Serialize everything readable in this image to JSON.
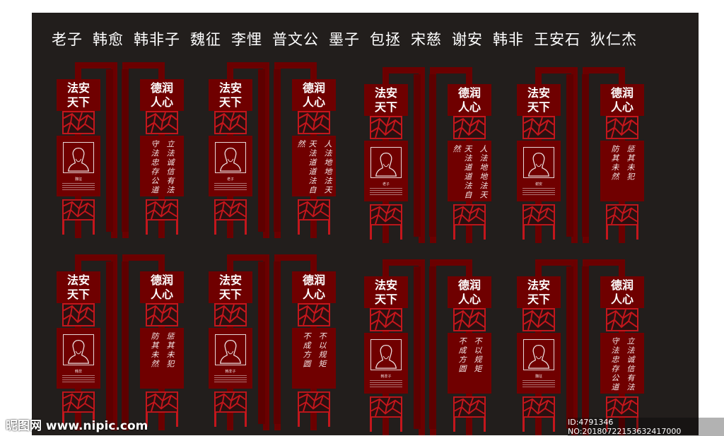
{
  "header": {
    "names": [
      "老子",
      "韩愈",
      "韩非子",
      "魏征",
      "李悝",
      "普文公",
      "墨子",
      "包拯",
      "宋慈",
      "谢安",
      "韩非",
      "王安石",
      "狄仁杰"
    ]
  },
  "colors": {
    "background": "#221e1c",
    "sign": "#6f0000",
    "lattice": "#c4161c",
    "frame": "#6b0000"
  },
  "units": [
    {
      "left_title": "法安\n天下",
      "right_title": "德润\n人心",
      "portrait_name": "魏征",
      "verse": [
        "立法诚信有法",
        "守法忠存公道"
      ]
    },
    {
      "left_title": "法安\n天下",
      "right_title": "德润\n人心",
      "portrait_name": "老子",
      "verse": [
        "人法地地法天",
        "天法道道法自然"
      ]
    },
    {
      "left_title": "法安\n天下",
      "right_title": "德润\n人心",
      "portrait_name": "老子",
      "verse": [
        "人法地地法天",
        "天法道道法自然"
      ]
    },
    {
      "left_title": "法安\n天下",
      "right_title": "德润\n人心",
      "portrait_name": "谢安",
      "verse": [
        "惩其未犯",
        "防其未然"
      ]
    },
    {
      "left_title": "法安\n天下",
      "right_title": "德润\n人心",
      "portrait_name": "韩非",
      "verse": [
        "惩其未犯",
        "防其未然"
      ]
    },
    {
      "left_title": "法安\n天下",
      "right_title": "德润\n人心",
      "portrait_name": "韩非子",
      "verse": [
        "不以规矩",
        "不成方圆"
      ]
    },
    {
      "left_title": "法安\n天下",
      "right_title": "德润\n人心",
      "portrait_name": "韩非子",
      "verse": [
        "不以规矩",
        "不成方圆"
      ]
    },
    {
      "left_title": "法安\n天下",
      "right_title": "德润\n人心",
      "portrait_name": "魏征",
      "verse": [
        "立法诚信有法",
        "守法忠存公道"
      ]
    }
  ],
  "watermark": {
    "logo": "昵图网 www.nipic.com",
    "id": "ID:4791346 NO:20180722153632417000"
  }
}
